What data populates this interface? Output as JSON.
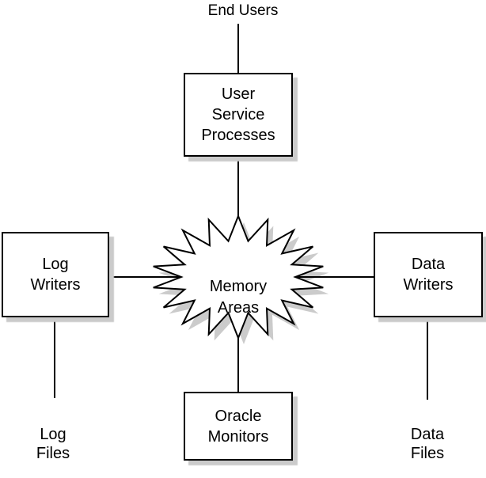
{
  "diagram_title": "Oracle process architecture diagram",
  "colors": {
    "background": "#ffffff",
    "line": "#000000",
    "box_fill": "#ffffff",
    "drop_shadow": "#cbcbcb",
    "text": "#000000"
  },
  "nodes": {
    "end_users": {
      "label": "End Users",
      "type": "text"
    },
    "user_service_processes": {
      "label": "User\nService\nProcesses",
      "type": "box"
    },
    "memory_areas": {
      "label": "Memory\nAreas",
      "type": "starburst"
    },
    "log_writers": {
      "label": "Log\nWriters",
      "type": "box"
    },
    "data_writers": {
      "label": "Data\nWriters",
      "type": "box"
    },
    "oracle_monitors": {
      "label": "Oracle\nMonitors",
      "type": "box"
    },
    "log_files": {
      "label": "Log\nFiles",
      "type": "text"
    },
    "data_files": {
      "label": "Data\nFiles",
      "type": "text"
    }
  },
  "edges": [
    {
      "from": "end_users",
      "to": "user_service_processes"
    },
    {
      "from": "user_service_processes",
      "to": "memory_areas"
    },
    {
      "from": "log_writers",
      "to": "memory_areas"
    },
    {
      "from": "memory_areas",
      "to": "data_writers"
    },
    {
      "from": "memory_areas",
      "to": "oracle_monitors"
    },
    {
      "from": "log_writers",
      "to": "log_files"
    },
    {
      "from": "data_writers",
      "to": "data_files"
    }
  ],
  "starburst": {
    "points": 18,
    "shape_name": "memory-areas-starburst"
  }
}
